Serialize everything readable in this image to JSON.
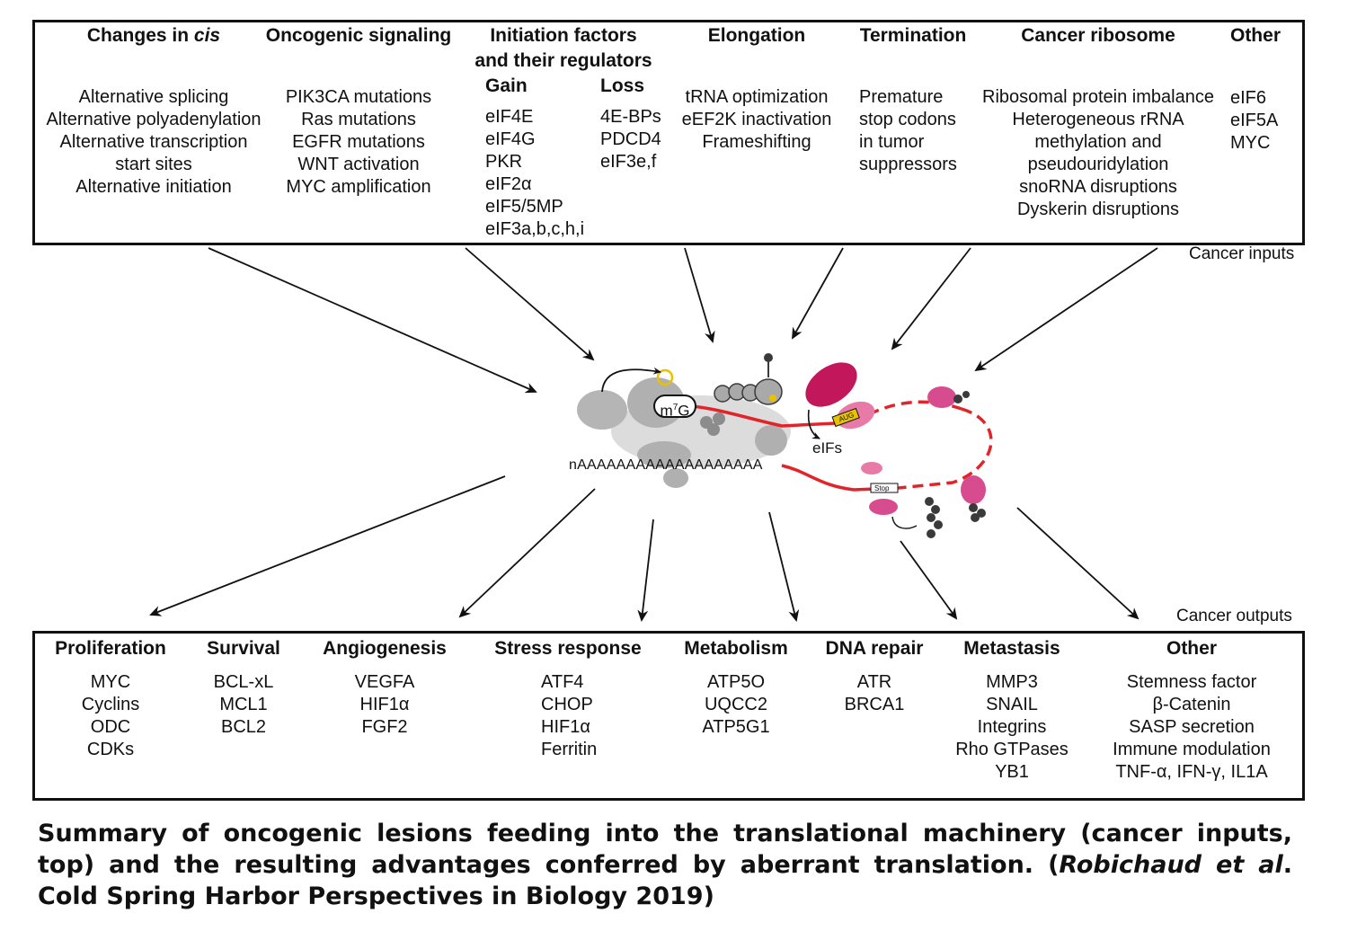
{
  "top_box": {
    "changes_in_cis": {
      "title_prefix": "Changes in ",
      "title_italic": "cis",
      "items": [
        "Alternative splicing",
        "Alternative polyadenylation",
        "Alternative transcription",
        "start sites",
        "Alternative initiation"
      ]
    },
    "oncogenic_signaling": {
      "title": "Oncogenic signaling",
      "items": [
        "PIK3CA mutations",
        "Ras mutations",
        "EGFR mutations",
        "WNT activation",
        "MYC amplification"
      ]
    },
    "initiation_factors": {
      "title_line1": "Initiation factors",
      "title_line2": "and their regulators",
      "gain_title": "Gain",
      "gain_items": [
        "eIF4E",
        "eIF4G",
        "PKR",
        "eIF2α",
        "eIF5/5MP",
        "eIF3a,b,c,h,i"
      ],
      "loss_title": "Loss",
      "loss_items": [
        "4E-BPs",
        "PDCD4",
        "eIF3e,f"
      ]
    },
    "elongation": {
      "title": "Elongation",
      "items": [
        "tRNA optimization",
        "eEF2K inactivation",
        "Frameshifting"
      ]
    },
    "termination": {
      "title": "Termination",
      "items": [
        "Premature",
        "stop codons",
        "in tumor",
        "suppressors"
      ]
    },
    "cancer_ribosome": {
      "title": "Cancer ribosome",
      "items": [
        "Ribosomal protein imbalance",
        "Heterogeneous rRNA",
        "methylation and",
        "pseudouridylation",
        "snoRNA disruptions",
        "Dyskerin disruptions"
      ]
    },
    "other": {
      "title": "Other",
      "items": [
        "eIF6",
        "eIF5A",
        "MYC"
      ]
    },
    "corner_label": "Cancer inputs"
  },
  "center": {
    "cap_label": "m7G",
    "cap_base": "m",
    "cap_sup": "7",
    "cap_end": "G",
    "polya_label": "nAAAAAAAAAAAAAAAAAAA",
    "eifs_label": "eIFs",
    "start_codon_label": "AUG",
    "stop_codon_label": "Stop"
  },
  "bottom_box": {
    "corner_label": "Cancer outputs",
    "columns": [
      {
        "title": "Proliferation",
        "items": [
          "MYC",
          "Cyclins",
          "ODC",
          "CDKs"
        ]
      },
      {
        "title": "Survival",
        "items": [
          "BCL-xL",
          "MCL1",
          "BCL2"
        ]
      },
      {
        "title": "Angiogenesis",
        "items": [
          "VEGFA",
          "HIF1α",
          "FGF2"
        ]
      },
      {
        "title": "Stress response",
        "items": [
          "ATF4",
          "CHOP",
          "HIF1α",
          "Ferritin"
        ]
      },
      {
        "title": "Metabolism",
        "items": [
          "ATP5O",
          "UQCC2",
          "ATP5G1"
        ]
      },
      {
        "title": "DNA repair",
        "items": [
          "ATR",
          "BRCA1"
        ]
      },
      {
        "title": "Metastasis",
        "items": [
          "MMP3",
          "SNAIL",
          "Integrins",
          "Rho GTPases",
          "YB1"
        ]
      },
      {
        "title": "Other",
        "items": [
          "Stemness factor",
          "β-Catenin",
          "SASP secretion",
          "Immune modulation",
          "TNF-α, IFN-γ, IL1A"
        ]
      }
    ]
  },
  "caption": {
    "part1": "Summary of oncogenic lesions feeding into the translational machinery (cancer inputs, top) and the resulting advantages conferred by aberrant translation. (",
    "italic": "Robichaud et al",
    "part2": ". Cold Spring Harbor Perspectives in Biology 2019)"
  },
  "colors": {
    "mrna_red": "#e0242a",
    "ribosome_magenta": "#c2185b",
    "ribosome_pink": "#e87aa8",
    "protein_gray": "#a9a9a9",
    "dark_gray": "#3a3a3a",
    "cap_yellow": "#e8c200"
  }
}
